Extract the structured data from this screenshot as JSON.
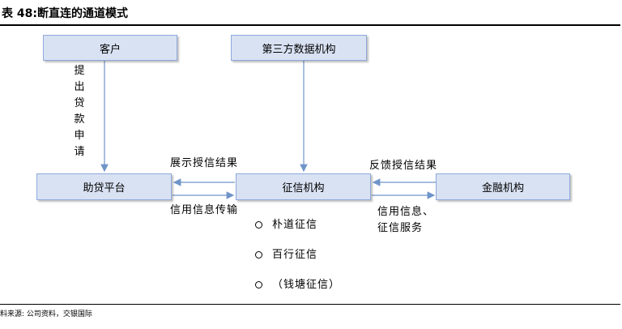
{
  "title": "表 48:断直连的通道模式",
  "source": "料来源: 公司资料，交银国际",
  "nodes": {
    "customer": "客户",
    "third_party": "第三方数据机构",
    "loan_platform": "助贷平台",
    "credit_agency": "征信机构",
    "financial_institution": "金融机构"
  },
  "edge_labels": {
    "loan_application_chars": [
      "提",
      "出",
      "贷",
      "款",
      "申",
      "请"
    ],
    "show_credit_result_left": "展示授信结果",
    "credit_info_transfer": "信用信息传输",
    "feedback_credit_result": "反馈授信结果",
    "credit_info_line1": "信用信息、",
    "credit_info_line2": "征信服务"
  },
  "credit_agencies": [
    "朴道征信",
    "百行征信",
    "（钱塘征信）"
  ],
  "colors": {
    "box_fill": "#d9e2f3",
    "box_border": "#8ea9db",
    "arrow": "#6f94c9"
  }
}
